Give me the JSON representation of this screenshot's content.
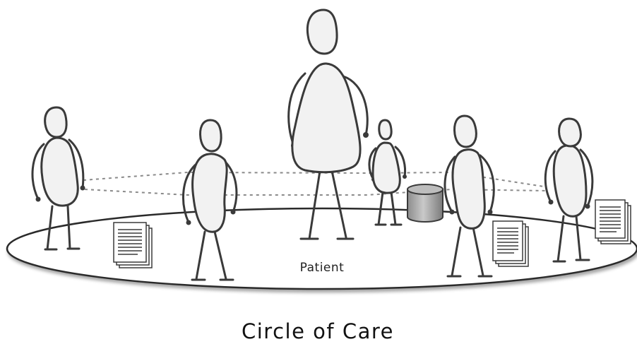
{
  "title": "Circle of Care",
  "center_label": "Patient",
  "elements": {
    "people": [
      "patient-figure",
      "care-person-far-left",
      "care-person-left",
      "care-person-small-center",
      "care-person-right",
      "care-person-far-right"
    ],
    "icons": [
      "document-stack-icon",
      "database-icon"
    ]
  }
}
